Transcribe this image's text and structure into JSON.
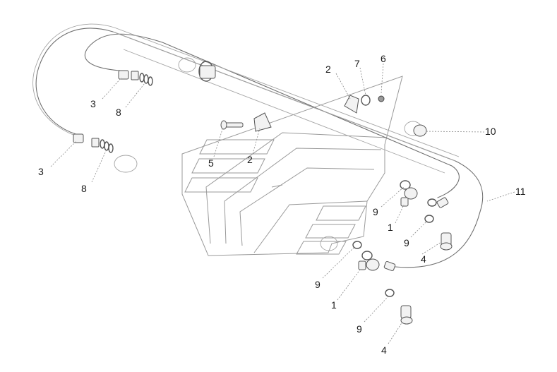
{
  "callouts": {
    "c3a": "3",
    "c8a": "8",
    "c3b": "3",
    "c8b": "8",
    "c2a": "2",
    "c7": "7",
    "c6": "6",
    "c5": "5",
    "c2b": "2",
    "c10": "10",
    "c11": "11",
    "c9a": "9",
    "c1a": "1",
    "c9b": "9",
    "c4a": "4",
    "c9c": "9",
    "c1b": "1",
    "c9d": "9",
    "c4b": "4"
  }
}
